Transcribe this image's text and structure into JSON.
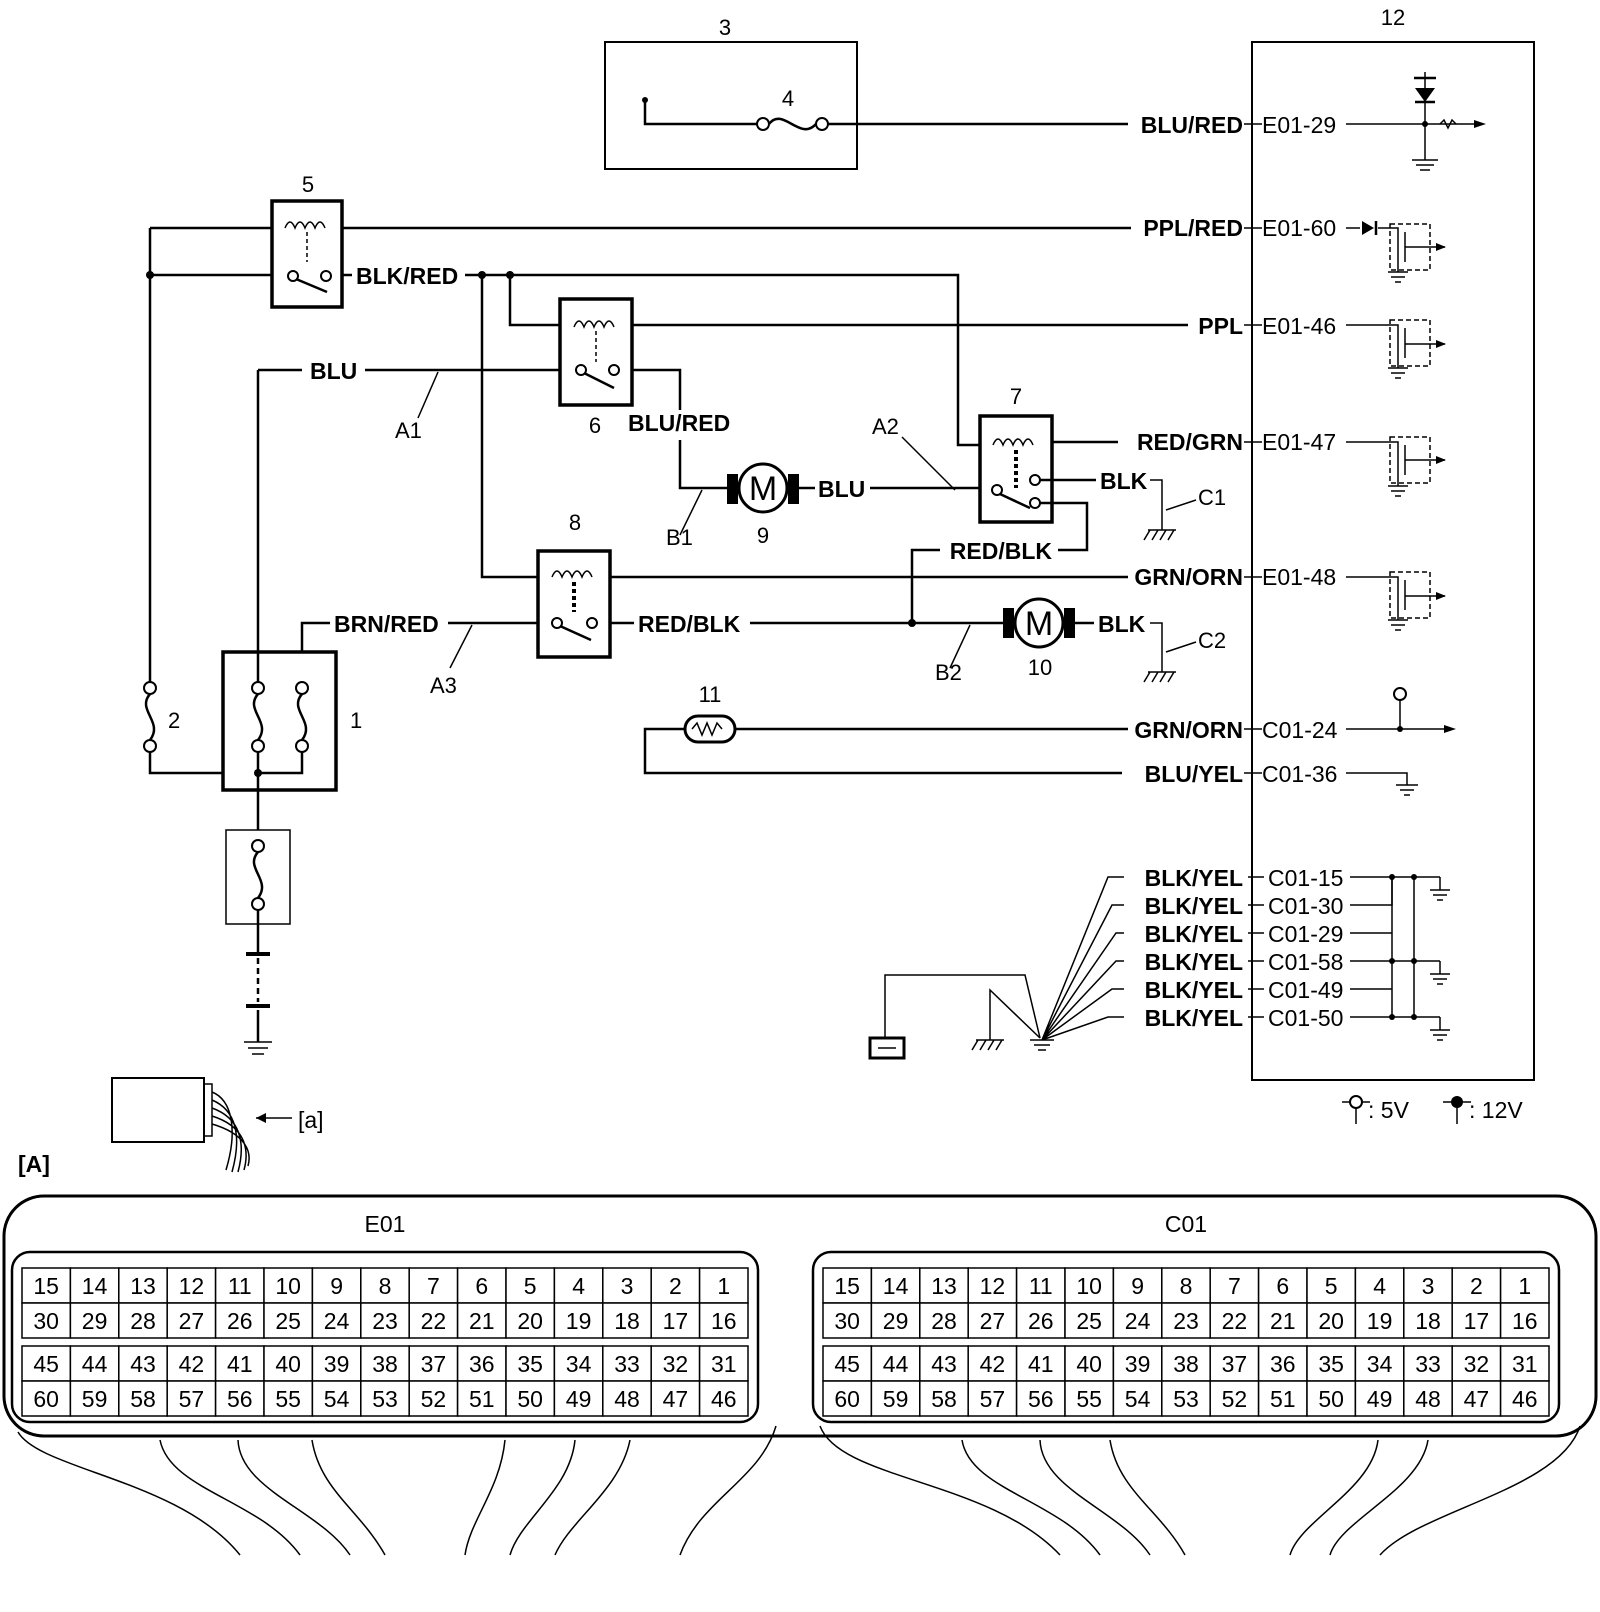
{
  "components": {
    "c1": "1",
    "c2": "2",
    "c3": "3",
    "c4": "4",
    "c5": "5",
    "c6": "6",
    "c7": "7",
    "c8": "8",
    "c9": "9",
    "c10": "10",
    "c11": "11",
    "c12": "12"
  },
  "motor_symbol": "M",
  "wires": {
    "blu_red_top": "BLU/RED",
    "ppl_red": "PPL/RED",
    "blk_red": "BLK/RED",
    "ppl": "PPL",
    "blu_left": "BLU",
    "blu_red_mid": "BLU/RED",
    "red_grn": "RED/GRN",
    "blu_mid": "BLU",
    "blk_c1": "BLK",
    "red_blk_upper": "RED/BLK",
    "grn_orn_e48": "GRN/ORN",
    "brn_red": "BRN/RED",
    "red_blk_lower": "RED/BLK",
    "blk_c2": "BLK",
    "grn_orn_c24": "GRN/ORN",
    "blu_yel": "BLU/YEL",
    "blk_yel_1": "BLK/YEL",
    "blk_yel_2": "BLK/YEL",
    "blk_yel_3": "BLK/YEL",
    "blk_yel_4": "BLK/YEL",
    "blk_yel_5": "BLK/YEL",
    "blk_yel_6": "BLK/YEL"
  },
  "terminals": {
    "e01_29": "E01-29",
    "e01_60": "E01-60",
    "e01_46": "E01-46",
    "e01_47": "E01-47",
    "e01_48": "E01-48",
    "c01_24": "C01-24",
    "c01_36": "C01-36",
    "c01_15": "C01-15",
    "c01_30": "C01-30",
    "c01_29": "C01-29",
    "c01_58": "C01-58",
    "c01_49": "C01-49",
    "c01_50": "C01-50"
  },
  "markers": {
    "a1": "A1",
    "a2": "A2",
    "a3": "A3",
    "b1": "B1",
    "b2": "B2",
    "c1": "C1",
    "c2": "C2"
  },
  "legend": {
    "v5": ": 5V",
    "v12": ": 12V"
  },
  "harness_note": "[a]",
  "connector_view_label": "[A]",
  "connectors": [
    {
      "name": "E01",
      "row1": [
        "15",
        "14",
        "13",
        "12",
        "11",
        "10",
        "9",
        "8",
        "7",
        "6",
        "5",
        "4",
        "3",
        "2",
        "1"
      ],
      "row2": [
        "30",
        "29",
        "28",
        "27",
        "26",
        "25",
        "24",
        "23",
        "22",
        "21",
        "20",
        "19",
        "18",
        "17",
        "16"
      ],
      "row3": [
        "45",
        "44",
        "43",
        "42",
        "41",
        "40",
        "39",
        "38",
        "37",
        "36",
        "35",
        "34",
        "33",
        "32",
        "31"
      ],
      "row4": [
        "60",
        "59",
        "58",
        "57",
        "56",
        "55",
        "54",
        "53",
        "52",
        "51",
        "50",
        "49",
        "48",
        "47",
        "46"
      ]
    },
    {
      "name": "C01",
      "row1": [
        "15",
        "14",
        "13",
        "12",
        "11",
        "10",
        "9",
        "8",
        "7",
        "6",
        "5",
        "4",
        "3",
        "2",
        "1"
      ],
      "row2": [
        "30",
        "29",
        "28",
        "27",
        "26",
        "25",
        "24",
        "23",
        "22",
        "21",
        "20",
        "19",
        "18",
        "17",
        "16"
      ],
      "row3": [
        "45",
        "44",
        "43",
        "42",
        "41",
        "40",
        "39",
        "38",
        "37",
        "36",
        "35",
        "34",
        "33",
        "32",
        "31"
      ],
      "row4": [
        "60",
        "59",
        "58",
        "57",
        "56",
        "55",
        "54",
        "53",
        "52",
        "51",
        "50",
        "49",
        "48",
        "47",
        "46"
      ]
    }
  ]
}
